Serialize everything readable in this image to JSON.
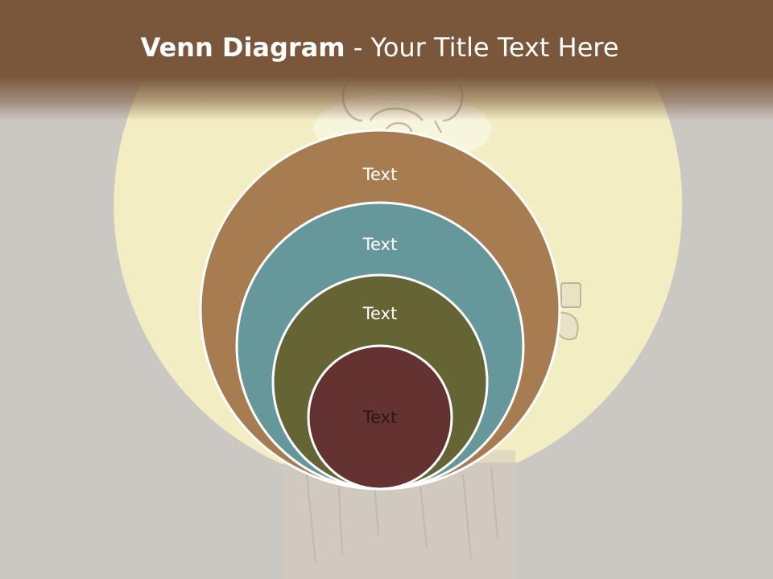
{
  "slide": {
    "title_bold": "Venn Diagram",
    "title_rest": " - Your Title Text Here"
  },
  "diagram": {
    "circles": [
      {
        "label": "Text",
        "fill": "#a87c51"
      },
      {
        "label": "Text",
        "fill": "#66979a"
      },
      {
        "label": "Text",
        "fill": "#656434"
      },
      {
        "label": "Text",
        "fill": "#653232"
      }
    ],
    "label_colors": [
      "#ffffff",
      "#ffffff",
      "#ffffff",
      "#2b1a1a"
    ]
  },
  "colors": {
    "title_bar": "#7a573a",
    "background": "#cbc7c3",
    "backdrop_circle": "#f5f0c2",
    "circle_outline": "#ffffff"
  }
}
